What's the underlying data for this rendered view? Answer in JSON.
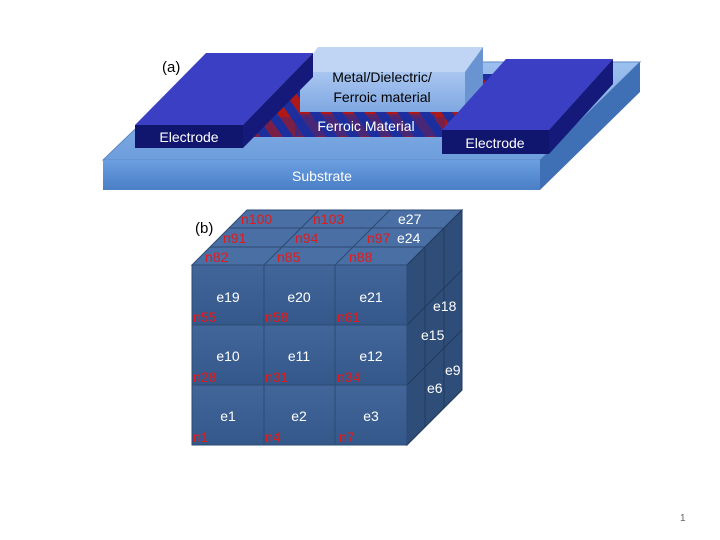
{
  "figure_a": {
    "label": "(a)",
    "substrate_label": "Substrate",
    "electrode_left_label": "Electrode",
    "electrode_right_label": "Electrode",
    "ferroic_label": "Ferroic Material",
    "top_layer_label_line1": "Metal/Dielectric/",
    "top_layer_label_line2": "Ferroic material"
  },
  "figure_b": {
    "label": "(b)",
    "front_elements": [
      {
        "element": "e19",
        "node": "n55"
      },
      {
        "element": "e20",
        "node": "n58"
      },
      {
        "element": "e21",
        "node": "n61"
      },
      {
        "element": "e10",
        "node": "n28"
      },
      {
        "element": "e11",
        "node": "n31"
      },
      {
        "element": "e12",
        "node": "n34"
      },
      {
        "element": "e1",
        "node": "n1"
      },
      {
        "element": "e2",
        "node": "n4"
      },
      {
        "element": "e3",
        "node": "n7"
      }
    ],
    "top_nodes": {
      "back": [
        "n100",
        "n103"
      ],
      "middle": [
        "n91",
        "n94",
        "n97"
      ],
      "front": [
        "n82",
        "n85",
        "n88"
      ]
    },
    "top_elements": [
      "e27",
      "e24"
    ],
    "side_elements": [
      "e18",
      "e15",
      "e9",
      "e6"
    ]
  },
  "slide_number": "1",
  "colors": {
    "electrode": "#2b2fa6",
    "substrate": "#5b8fd6",
    "ferroic_red": "#b01818",
    "cube_face": "#3c5f8f",
    "cube_side": "#2e4d78",
    "node_label": "#e01b1b"
  }
}
